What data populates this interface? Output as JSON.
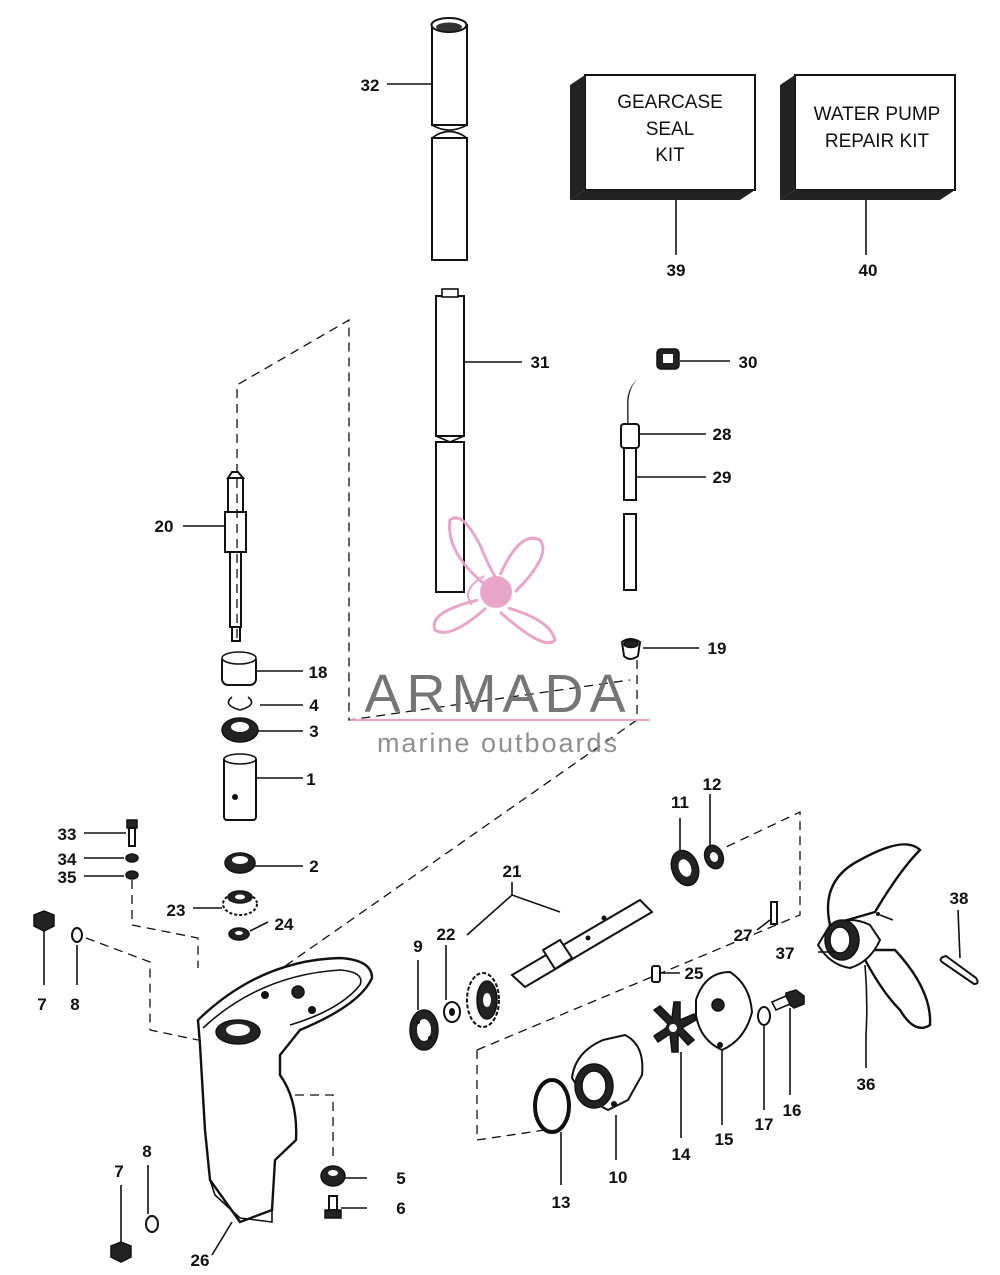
{
  "kits": [
    {
      "number": "39",
      "lines": [
        "GEARCASE",
        "SEAL",
        "KIT"
      ]
    },
    {
      "number": "40",
      "lines": [
        "WATER PUMP",
        "REPAIR KIT"
      ]
    }
  ],
  "callouts": [
    "32",
    "31",
    "30",
    "28",
    "29",
    "20",
    "19",
    "18",
    "4",
    "3",
    "1",
    "33",
    "34",
    "35",
    "2",
    "23",
    "24",
    "7",
    "8",
    "11",
    "12",
    "21",
    "22",
    "9",
    "27",
    "37",
    "38",
    "25",
    "36",
    "16",
    "17",
    "15",
    "14",
    "10",
    "13",
    "5",
    "6",
    "7",
    "8",
    "26"
  ],
  "watermark": {
    "brand": "ARMADA",
    "tagline": "marine outboards"
  },
  "colors": {
    "watermark_pink": "#e8a2c8",
    "line": "#111111"
  }
}
